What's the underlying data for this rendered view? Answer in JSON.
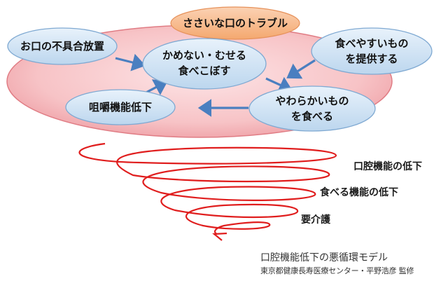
{
  "top_label": "ささいな口のトラブル",
  "nodes": {
    "mouth_issue": "お口の不具合放置",
    "center": [
      "かめない・むせる",
      "食べこぼす"
    ],
    "provide_soft": [
      "食べやすいもの",
      "を提供する"
    ],
    "chewing_decline": "咀嚼機能低下",
    "eat_soft": [
      "やわらかいもの",
      "を食べる"
    ]
  },
  "levels": [
    "口腔機能の低下",
    "食べる機能の低下",
    "要介護"
  ],
  "caption": {
    "title": "口腔機能低下の悪循環モデル",
    "credit": "東京都健康長寿医療センター・平野浩彦 監修"
  },
  "colors": {
    "ellipse_fill": "#f5b8bb",
    "ellipse_edge": "#e07c84",
    "node_fill": "#cfe3f4",
    "node_edge": "#7fa9d2",
    "top_fill": "#f7b789",
    "arrow": "#4a7fc0",
    "spiral": "#e01e1e"
  }
}
